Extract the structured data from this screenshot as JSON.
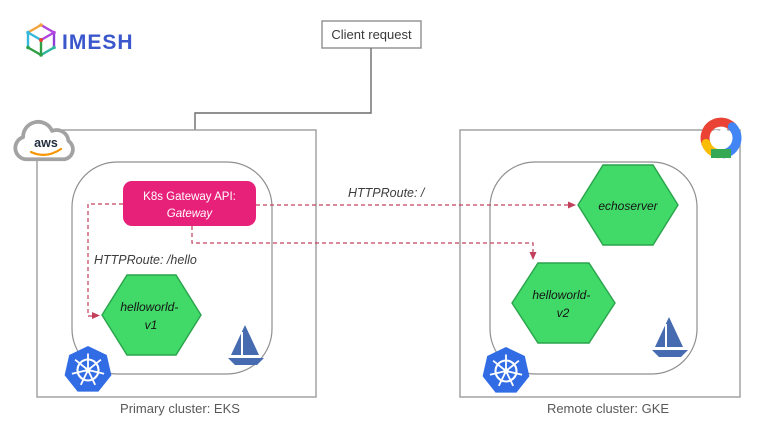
{
  "logo": {
    "brand": "IMESH"
  },
  "client": {
    "label": "Client request"
  },
  "gateway": {
    "title": "K8s Gateway API:",
    "subtitle": "Gateway"
  },
  "routes": {
    "hello_label": "HTTPRoute: /hello",
    "root_label": "HTTPRoute: /"
  },
  "clusters": {
    "primary": {
      "caption": "Primary cluster: EKS",
      "cloud_label": "aws",
      "services": {
        "helloworld_v1": {
          "line1": "helloworld-",
          "line2": "v1"
        }
      }
    },
    "remote": {
      "caption": "Remote cluster: GKE",
      "services": {
        "echoserver": {
          "line1": "echoserver"
        },
        "helloworld_v2": {
          "line1": "helloworld-",
          "line2": "v2"
        }
      }
    }
  },
  "icons": {
    "logo": "imesh-cube-icon",
    "primary_cloud": "aws-cloud-icon",
    "remote_cloud": "google-cloud-icon",
    "cluster_runtime": "kubernetes-icon",
    "mesh": "istio-icon"
  },
  "colors": {
    "gateway_box": "#E7217A",
    "service_hexagon": "#41D968",
    "service_hexagon_border": "#2AA44C",
    "route_dashed": "#C2405C",
    "connector_gray": "#6B6B6B",
    "border_gray": "#9C9C9C",
    "kubernetes_blue": "#326CE5",
    "istio_blue": "#466BB0",
    "brand_blue": "#3A57CC",
    "aws_smile_orange": "#F79400"
  }
}
